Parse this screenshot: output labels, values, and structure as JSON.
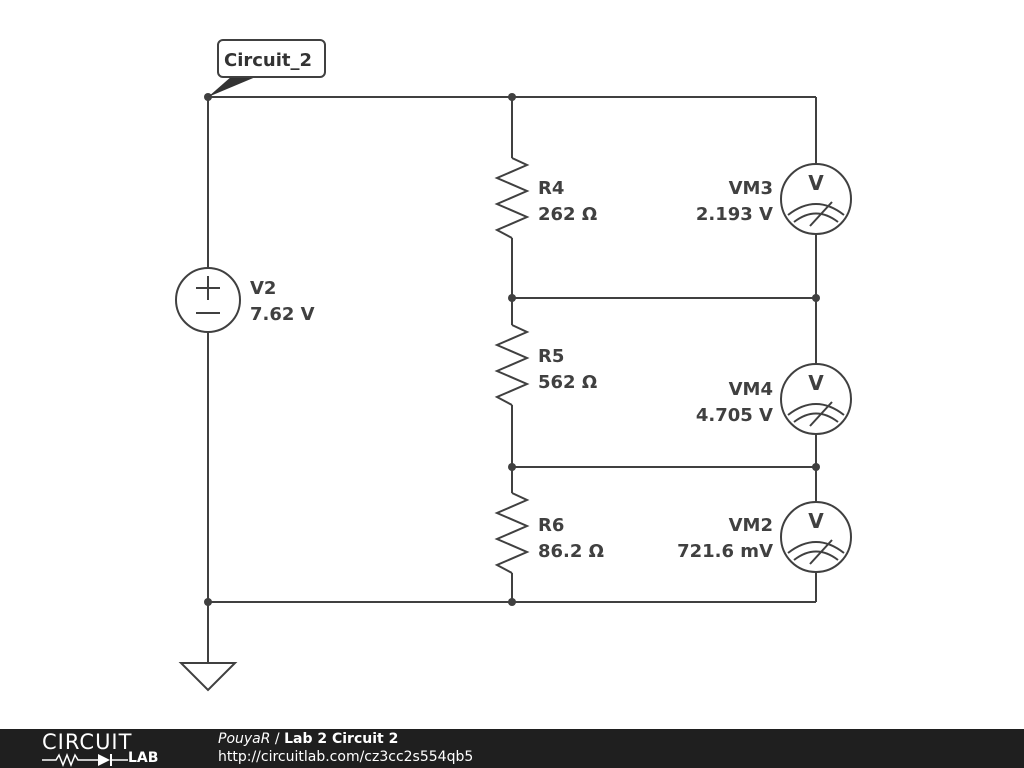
{
  "schematic": {
    "net_label": "Circuit_2",
    "source": {
      "name": "V2",
      "value": "7.62 V"
    },
    "resistors": [
      {
        "name": "R4",
        "value": "262 Ω"
      },
      {
        "name": "R5",
        "value": "562 Ω"
      },
      {
        "name": "R6",
        "value": "86.2 Ω"
      }
    ],
    "meters": [
      {
        "name": "VM3",
        "value": "2.193 V",
        "symbol": "V"
      },
      {
        "name": "VM4",
        "value": "4.705 V",
        "symbol": "V"
      },
      {
        "name": "VM2",
        "value": "721.6 mV",
        "symbol": "V"
      }
    ],
    "colors": {
      "wire": "#404040",
      "footer_bg": "#1f1f1f"
    }
  },
  "footer": {
    "logo_top": "CIRCUIT",
    "logo_bottom": "LAB",
    "user": "PouyaR",
    "separator": " / ",
    "title": "Lab 2 Circuit 2",
    "url": "http://circuitlab.com/cz3cc2s554qb5"
  }
}
